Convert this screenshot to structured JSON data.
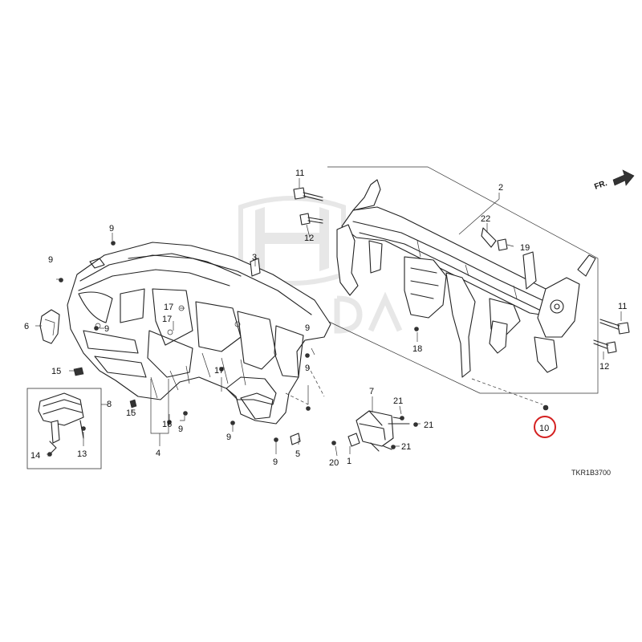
{
  "diagram": {
    "code": "TKR1B3700",
    "direction": "FR.",
    "highlight_color": "#d42020",
    "callouts": {
      "c1": "1",
      "c2": "2",
      "c3": "3",
      "c4": "4",
      "c5": "5",
      "c6": "6",
      "c7": "7",
      "c8": "8",
      "c9a": "9",
      "c9b": "9",
      "c9c": "9",
      "c9d": "9",
      "c9e": "9",
      "c9f": "9",
      "c9g": "9",
      "c9h": "9",
      "c10": "10",
      "c11a": "11",
      "c11b": "11",
      "c12a": "12",
      "c12b": "12",
      "c13": "13",
      "c14": "14",
      "c15a": "15",
      "c15b": "15",
      "c16": "16",
      "c17a": "17",
      "c17b": "17",
      "c17c": "17",
      "c18": "18",
      "c19": "19",
      "c20": "20",
      "c21a": "21",
      "c21b": "21",
      "c21c": "21",
      "c22": "22"
    }
  }
}
